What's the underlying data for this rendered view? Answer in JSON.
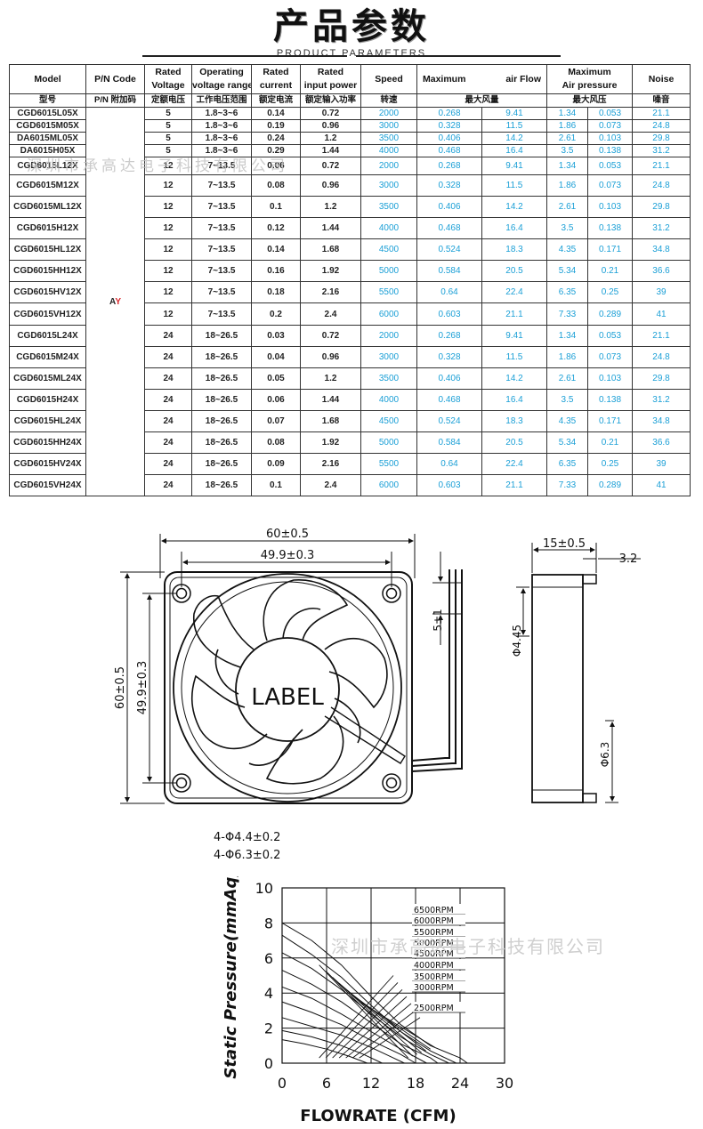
{
  "header": {
    "title": "产品参数",
    "subtitle": "PRODUCT PARAMETERS"
  },
  "table": {
    "headers": [
      {
        "en": "Model",
        "cn": "型号"
      },
      {
        "en": "P/N Code",
        "cn": "P/N 附加码"
      },
      {
        "en1": "Rated",
        "en2": "Voltage",
        "cn": "定额电压"
      },
      {
        "en1": "Operating",
        "en2": "voltage range",
        "cn": "工作电压范围"
      },
      {
        "en1": "Rated",
        "en2": "current",
        "cn": "额定电流"
      },
      {
        "en1": "Rated",
        "en2": "input power",
        "cn": "额定输入功率"
      },
      {
        "en": "Speed",
        "cn": "转速"
      },
      {
        "en_left": "Maximum",
        "en_right": "air Flow",
        "cn": "最大风量"
      },
      {
        "en1": "Maximum",
        "en2": "Air pressure",
        "cn": "最大风压"
      },
      {
        "en": "Noise",
        "cn": "噪音"
      }
    ],
    "pn_code_a": "A",
    "pn_code_y": "Y",
    "rows": [
      [
        "CGD6015L05X",
        "5",
        "1.8~3~6",
        "0.14",
        "0.72",
        "2000",
        "0.268",
        "9.41",
        "1.34",
        "0.053",
        "21.1"
      ],
      [
        "CGD6015M05X",
        "5",
        "1.8~3~6",
        "0.19",
        "0.96",
        "3000",
        "0.328",
        "11.5",
        "1.86",
        "0.073",
        "24.8"
      ],
      [
        "DA6015ML05X",
        "5",
        "1.8~3~6",
        "0.24",
        "1.2",
        "3500",
        "0.406",
        "14.2",
        "2.61",
        "0.103",
        "29.8"
      ],
      [
        "DA6015H05X",
        "5",
        "1.8~3~6",
        "0.29",
        "1.44",
        "4000",
        "0.468",
        "16.4",
        "3.5",
        "0.138",
        "31.2"
      ],
      [
        "CGD6015L12X",
        "12",
        "7~13.5",
        "0.06",
        "0.72",
        "2000",
        "0.268",
        "9.41",
        "1.34",
        "0.053",
        "21.1"
      ],
      [
        "CGD6015M12X",
        "12",
        "7~13.5",
        "0.08",
        "0.96",
        "3000",
        "0.328",
        "11.5",
        "1.86",
        "0.073",
        "24.8"
      ],
      [
        "CGD6015ML12X",
        "12",
        "7~13.5",
        "0.1",
        "1.2",
        "3500",
        "0.406",
        "14.2",
        "2.61",
        "0.103",
        "29.8"
      ],
      [
        "CGD6015H12X",
        "12",
        "7~13.5",
        "0.12",
        "1.44",
        "4000",
        "0.468",
        "16.4",
        "3.5",
        "0.138",
        "31.2"
      ],
      [
        "CGD6015HL12X",
        "12",
        "7~13.5",
        "0.14",
        "1.68",
        "4500",
        "0.524",
        "18.3",
        "4.35",
        "0.171",
        "34.8"
      ],
      [
        "CGD6015HH12X",
        "12",
        "7~13.5",
        "0.16",
        "1.92",
        "5000",
        "0.584",
        "20.5",
        "5.34",
        "0.21",
        "36.6"
      ],
      [
        "CGD6015HV12X",
        "12",
        "7~13.5",
        "0.18",
        "2.16",
        "5500",
        "0.64",
        "22.4",
        "6.35",
        "0.25",
        "39"
      ],
      [
        "CGD6015VH12X",
        "12",
        "7~13.5",
        "0.2",
        "2.4",
        "6000",
        "0.603",
        "21.1",
        "7.33",
        "0.289",
        "41"
      ],
      [
        "CGD6015L24X",
        "24",
        "18~26.5",
        "0.03",
        "0.72",
        "2000",
        "0.268",
        "9.41",
        "1.34",
        "0.053",
        "21.1"
      ],
      [
        "CGD6015M24X",
        "24",
        "18~26.5",
        "0.04",
        "0.96",
        "3000",
        "0.328",
        "11.5",
        "1.86",
        "0.073",
        "24.8"
      ],
      [
        "CGD6015ML24X",
        "24",
        "18~26.5",
        "0.05",
        "1.2",
        "3500",
        "0.406",
        "14.2",
        "2.61",
        "0.103",
        "29.8"
      ],
      [
        "CGD6015H24X",
        "24",
        "18~26.5",
        "0.06",
        "1.44",
        "4000",
        "0.468",
        "16.4",
        "3.5",
        "0.138",
        "31.2"
      ],
      [
        "CGD6015HL24X",
        "24",
        "18~26.5",
        "0.07",
        "1.68",
        "4500",
        "0.524",
        "18.3",
        "4.35",
        "0.171",
        "34.8"
      ],
      [
        "CGD6015HH24X",
        "24",
        "18~26.5",
        "0.08",
        "1.92",
        "5000",
        "0.584",
        "20.5",
        "5.34",
        "0.21",
        "36.6"
      ],
      [
        "CGD6015HV24X",
        "24",
        "18~26.5",
        "0.09",
        "2.16",
        "5500",
        "0.64",
        "22.4",
        "6.35",
        "0.25",
        "39"
      ],
      [
        "CGD6015VH24X",
        "24",
        "18~26.5",
        "0.1",
        "2.4",
        "6000",
        "0.603",
        "21.1",
        "7.33",
        "0.289",
        "41"
      ]
    ]
  },
  "watermark": {
    "table": "深圳市承高达电子科技有限公司",
    "chart": "深圳市承高达电子科技有限公司"
  },
  "drawing": {
    "outer_width": "60±0.5",
    "hole_spacing": "49.9±0.3",
    "outer_height": "60±0.5",
    "hole_spacing_v": "49.9±0.3",
    "label": "LABEL",
    "lead_dim": "5±1",
    "holes_1": "4-Φ4.4±0.2",
    "holes_2": "4-Φ6.3±0.2",
    "thickness": "15±0.5",
    "step": "3.2",
    "side_d1": "Φ4.45",
    "side_d2": "Φ6.3"
  },
  "chart_data": {
    "type": "line",
    "xlabel": "FLOWRATE (CFM)",
    "ylabel": "Static Pressure(mmAq)",
    "xlim": [
      0,
      30
    ],
    "ylim": [
      0,
      10
    ],
    "xticks": [
      0,
      6,
      12,
      18,
      24,
      30
    ],
    "yticks": [
      0,
      2,
      4,
      6,
      8,
      10
    ],
    "legend": [
      "6500RPM",
      "6000RPM",
      "5500RPM",
      "5000RPM",
      "4500RPM",
      "4000RPM",
      "3500RPM",
      "3000RPM",
      "2500RPM"
    ],
    "series": [
      {
        "name": "6500RPM",
        "x": [
          0,
          4,
          8,
          12,
          16,
          20,
          24,
          25
        ],
        "y": [
          8.0,
          7.0,
          5.6,
          3.8,
          2.2,
          1.0,
          0.3,
          0
        ]
      },
      {
        "name": "6000RPM",
        "x": [
          0,
          4,
          8,
          12,
          16,
          20,
          23.5
        ],
        "y": [
          7.3,
          6.2,
          4.9,
          3.3,
          1.8,
          0.7,
          0
        ]
      },
      {
        "name": "5500RPM",
        "x": [
          0,
          4,
          8,
          12,
          16,
          20,
          22.5
        ],
        "y": [
          6.3,
          5.4,
          4.2,
          2.8,
          1.5,
          0.5,
          0
        ]
      },
      {
        "name": "5000RPM",
        "x": [
          0,
          4,
          8,
          12,
          16,
          20,
          21
        ],
        "y": [
          5.3,
          4.5,
          3.5,
          2.3,
          1.1,
          0.3,
          0
        ]
      },
      {
        "name": "4500RPM",
        "x": [
          0,
          4,
          8,
          12,
          16,
          19.5
        ],
        "y": [
          4.35,
          3.7,
          2.8,
          1.8,
          0.8,
          0
        ]
      },
      {
        "name": "4000RPM",
        "x": [
          0,
          4,
          8,
          12,
          16,
          18
        ],
        "y": [
          3.5,
          2.9,
          2.2,
          1.3,
          0.5,
          0
        ]
      },
      {
        "name": "3500RPM",
        "x": [
          0,
          4,
          8,
          12,
          15,
          16.5
        ],
        "y": [
          2.6,
          2.1,
          1.6,
          0.9,
          0.3,
          0
        ]
      },
      {
        "name": "3000RPM",
        "x": [
          0,
          4,
          8,
          11,
          13.5
        ],
        "y": [
          1.86,
          1.5,
          1.0,
          0.5,
          0
        ]
      },
      {
        "name": "2500RPM",
        "x": [
          0,
          3,
          6,
          9,
          11.5
        ],
        "y": [
          1.34,
          1.1,
          0.8,
          0.4,
          0
        ]
      }
    ]
  }
}
